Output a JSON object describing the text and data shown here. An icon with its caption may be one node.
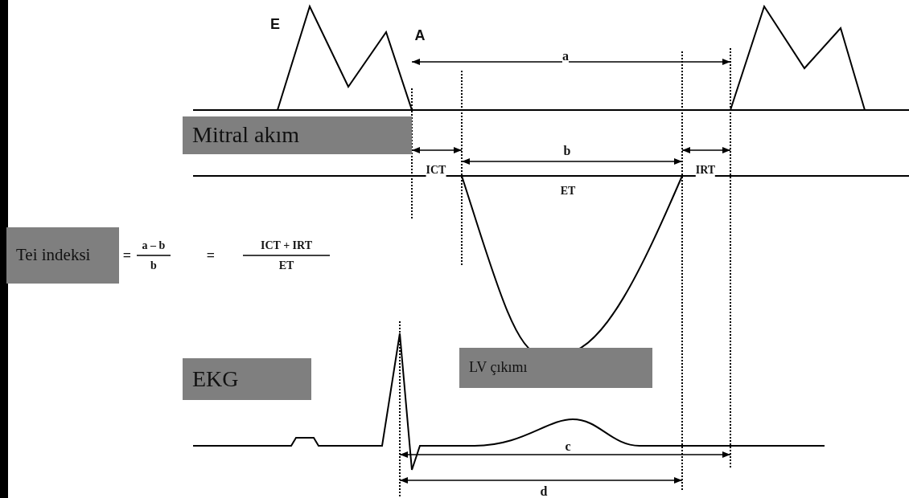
{
  "diagram": {
    "nodes": [
      {
        "text": [
          "Mitral akım"
        ]
      },
      {
        "text": [
          "Tei indeksi"
        ]
      },
      {
        "text": [
          "EKG"
        ]
      },
      {
        "text": [
          "LV çıkımı"
        ]
      }
    ],
    "labels": [
      "E",
      "A",
      "a",
      "ICT",
      "b",
      "IRT",
      "ET",
      "=",
      "a – b",
      "b",
      "=",
      "ICT + IRT",
      "ET",
      "c",
      "d"
    ]
  }
}
